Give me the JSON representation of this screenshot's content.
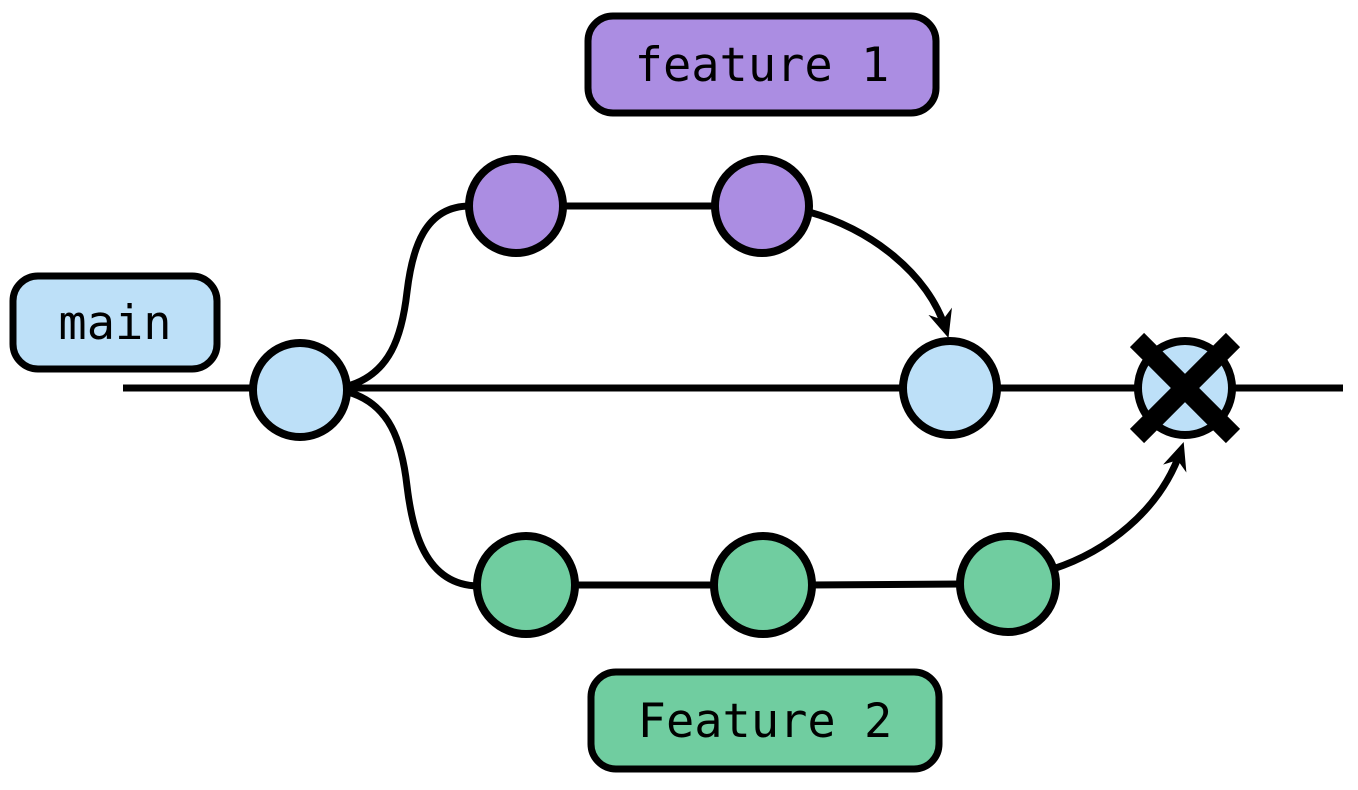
{
  "diagram": {
    "type": "git-branching-diagram",
    "background": "#ffffff",
    "labels": {
      "main": "main",
      "feature1": "feature 1",
      "feature2": "Feature 2"
    },
    "colors": {
      "main_fill": "#bde0f8",
      "feature1_fill": "#ab8de2",
      "feature2_fill": "#70cda0",
      "outline": "#000000"
    },
    "icons": {
      "x_mark": "✕"
    },
    "branches": [
      {
        "name": "main",
        "label": "main",
        "color": "#bde0f8",
        "commit_count": 3,
        "last_commit_crossed_out": true
      },
      {
        "name": "feature 1",
        "label": "feature 1",
        "color": "#ab8de2",
        "commit_count": 2,
        "branches_from": "main",
        "merges_into": "main"
      },
      {
        "name": "Feature 2",
        "label": "Feature 2",
        "color": "#70cda0",
        "commit_count": 3,
        "branches_from": "main",
        "merges_into": "main"
      }
    ]
  }
}
